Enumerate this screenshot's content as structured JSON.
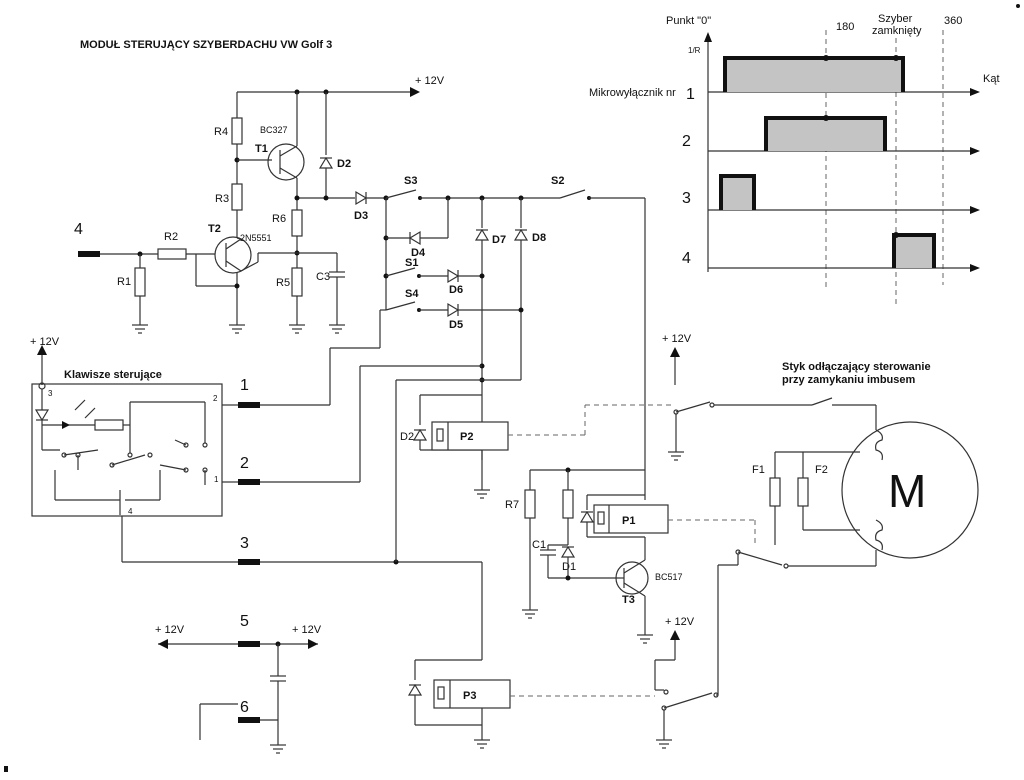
{
  "title": "MODUŁ STERUJĄCY SZYBERDACHU  VW Golf 3",
  "supply": {
    "v12_top": "+ 12V",
    "v12_keys": "+ 12V",
    "v12_mid": "+ 12V",
    "v12_left": "+ 12V",
    "v12_right": "+ 12V",
    "v12_p3": "+ 12V"
  },
  "components": {
    "R1": "R1",
    "R2": "R2",
    "R3": "R3",
    "R4": "R4",
    "R5": "R5",
    "R6": "R6",
    "R7": "R7",
    "T1": "T1",
    "T1_type": "BC327",
    "T2": "T2",
    "T2_type": "2N5551",
    "T3": "T3",
    "T3_type": "BC517",
    "D1": "D1",
    "D2": "D2",
    "D2b": "D2",
    "D3": "D3",
    "D4": "D4",
    "D5": "D5",
    "D6": "D6",
    "D7": "D7",
    "D8": "D8",
    "C1": "C1",
    "C3": "C3",
    "S1": "S1",
    "S2": "S2",
    "S3": "S3",
    "S4": "S4",
    "P1": "P1",
    "P2": "P2",
    "P3": "P3",
    "F1": "F1",
    "F2": "F2",
    "M": "M"
  },
  "keys_label": "Klawisze sterujące",
  "key_pins": {
    "p1": "1",
    "p2": "2",
    "p3": "3",
    "p4": "4"
  },
  "connectors": {
    "c1": "1",
    "c2": "2",
    "c3": "3",
    "c4": "4",
    "c5": "5",
    "c6": "6"
  },
  "motor_note": {
    "line1": "Styk odłączający sterowanie",
    "line2": "przy zamykaniu imbusem"
  },
  "timing": {
    "punkt": "Punkt \"0\"",
    "a180": "180",
    "szyber1": "Szyber",
    "szyber2": "zamknięty",
    "a360": "360",
    "unit": "1/R",
    "kat": "Kąt",
    "mikro": "Mikrowyłącznik nr",
    "rows": [
      {
        "label": "1"
      },
      {
        "label": "2"
      },
      {
        "label": "3"
      },
      {
        "label": "4"
      }
    ]
  }
}
